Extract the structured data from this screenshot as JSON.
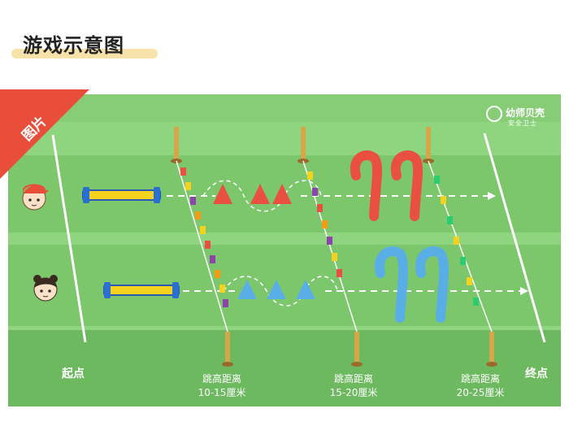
{
  "header": {
    "title": "游戏示意图"
  },
  "badge": {
    "label": "图片"
  },
  "logo": {
    "name": "幼师贝壳",
    "sub": "安全卫士"
  },
  "markers": {
    "start": "起点",
    "end": "终点"
  },
  "obstacles": [
    {
      "line1": "跳高距离",
      "line2": "10-15厘米"
    },
    {
      "line1": "跳高距离",
      "line2": "15-20厘米"
    },
    {
      "line1": "跳高距离",
      "line2": "20-25厘米"
    }
  ],
  "colors": {
    "grass_light": "#8fd57f",
    "grass_dark": "#74c266",
    "cone_red": "#e9503f",
    "cone_blue": "#5aaee6",
    "balance_beam": "#f4d21e",
    "badge": "#e94e3a"
  },
  "icons": [
    "boy-avatar-icon",
    "girl-avatar-icon",
    "balance-beam-icon",
    "cone-icon",
    "hook-icon",
    "pole-icon"
  ]
}
